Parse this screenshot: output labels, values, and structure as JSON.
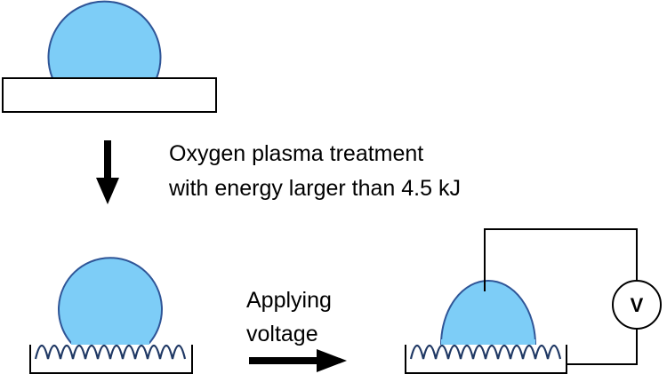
{
  "diagram": {
    "step1_text": {
      "line1": "Oxygen plasma treatment",
      "line2": "with energy larger than 4.5 kJ"
    },
    "step2_text": {
      "line1": "Applying",
      "line2": "voltage"
    },
    "voltmeter_label": "V",
    "colors": {
      "droplet_fill": "#7dcdf7",
      "droplet_stroke": "#2f5597",
      "substrate_stroke": "#000000",
      "wave_stroke": "#1f3864",
      "arrow": "#000000",
      "wire": "#000000"
    },
    "icons": [
      "flat-substrate",
      "water-droplet",
      "rough-substrate",
      "down-arrow",
      "right-arrow",
      "voltmeter"
    ]
  }
}
